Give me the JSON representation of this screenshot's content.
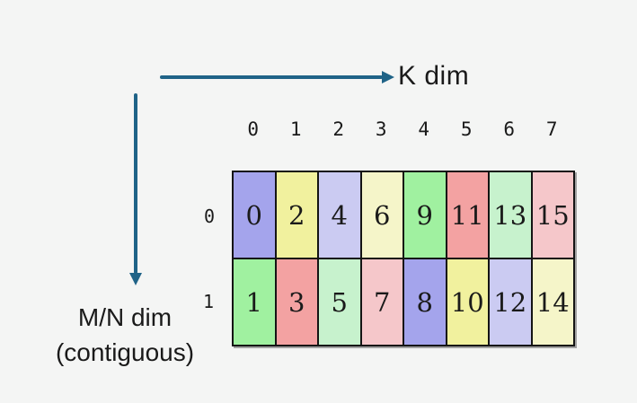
{
  "canvas": {
    "background_color": "#f4f5f4",
    "text_color": "#1a1a1a"
  },
  "axes": {
    "k_label": "K dim",
    "mn_label_line1": "M/N dim",
    "mn_label_line2": "(contiguous)",
    "arrow_color": "#1f6387"
  },
  "grid": {
    "column_headers": [
      "0",
      "1",
      "2",
      "3",
      "4",
      "5",
      "6",
      "7"
    ],
    "rows": [
      {
        "label": "0",
        "cells": [
          {
            "value": "0",
            "color": "#a4a4ec"
          },
          {
            "value": "2",
            "color": "#f1f19e"
          },
          {
            "value": "4",
            "color": "#cbcbf2"
          },
          {
            "value": "6",
            "color": "#f5f5c9"
          },
          {
            "value": "9",
            "color": "#a0f1a0"
          },
          {
            "value": "11",
            "color": "#f3a2a2"
          },
          {
            "value": "13",
            "color": "#c7f2cd"
          },
          {
            "value": "15",
            "color": "#f5c7ca"
          }
        ]
      },
      {
        "label": "1",
        "cells": [
          {
            "value": "1",
            "color": "#a0f1a0"
          },
          {
            "value": "3",
            "color": "#f3a2a2"
          },
          {
            "value": "5",
            "color": "#c7f2cd"
          },
          {
            "value": "7",
            "color": "#f5c7ca"
          },
          {
            "value": "8",
            "color": "#a4a4ec"
          },
          {
            "value": "10",
            "color": "#f1f19e"
          },
          {
            "value": "12",
            "color": "#cbcbf2"
          },
          {
            "value": "14",
            "color": "#f5f5c9"
          }
        ]
      }
    ]
  }
}
